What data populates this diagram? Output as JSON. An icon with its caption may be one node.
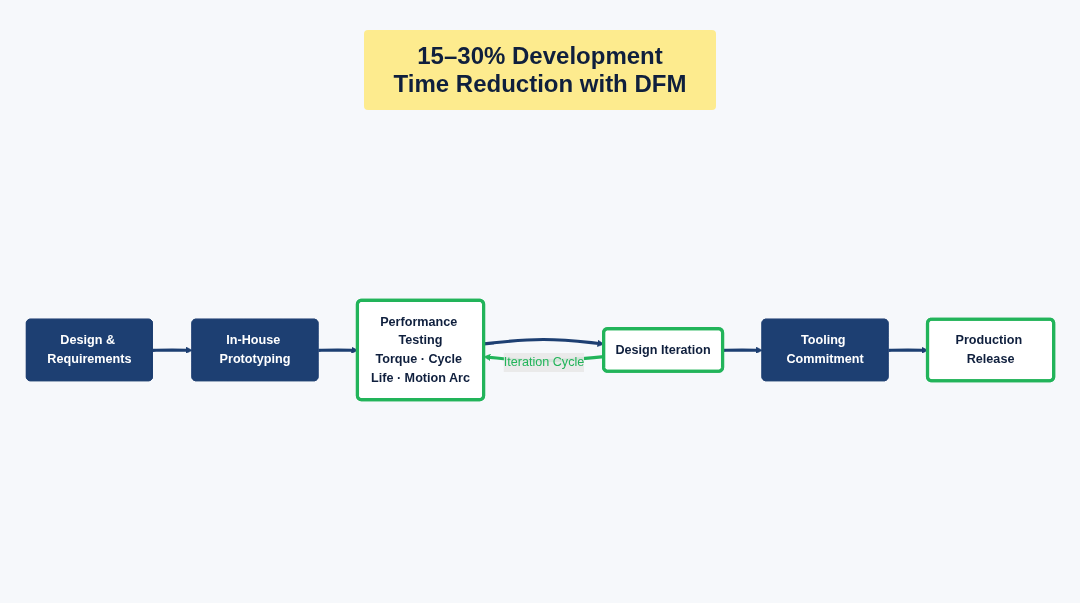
{
  "diagram": {
    "nodes": [
      {
        "text": [
          "Design & Requirements"
        ]
      },
      {
        "text": [
          "In-House Prototyping"
        ]
      },
      {
        "text": [
          "Performance Testing",
          "Torque · Cycle Life · Motion Arc"
        ]
      },
      {
        "text": [
          "Design Iteration"
        ]
      },
      {
        "text": [
          "Tooling Commitment"
        ]
      },
      {
        "text": [
          "Production Release"
        ]
      }
    ],
    "edges": [
      {
        "from": 0,
        "to": 1,
        "arrow": "to"
      },
      {
        "from": 1,
        "to": 2,
        "arrow": "to"
      },
      {
        "from": 2,
        "to": 3,
        "arrow": "to"
      },
      {
        "from": 3,
        "to": 4,
        "arrow": "to"
      },
      {
        "from": 4,
        "to": 5,
        "arrow": "to"
      },
      {
        "from": 3,
        "to": 2,
        "arrow": "to",
        "label": "Iteration Cycle",
        "color": "#22b45a"
      }
    ],
    "labels": [
      "15–30% Development Time Reduction with DFM"
    ]
  }
}
